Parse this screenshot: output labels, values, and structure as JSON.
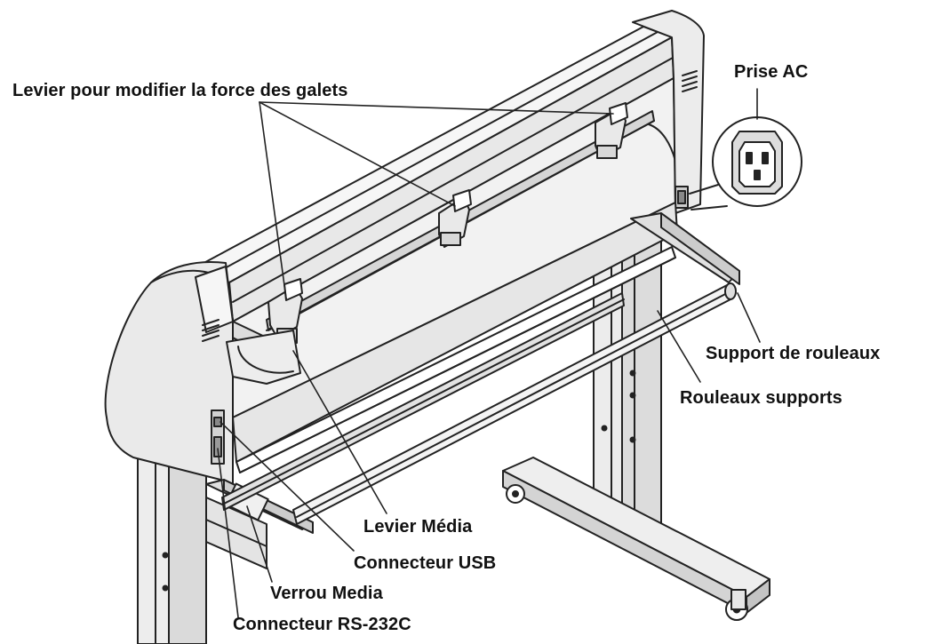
{
  "labels": {
    "roller_lever": "Levier pour modifier la force des galets",
    "ac_socket": "Prise AC",
    "roll_holder": "Support de rouleaux",
    "support_rollers": "Rouleaux supports",
    "media_lever": "Levier Média",
    "usb_connector": "Connecteur USB",
    "media_lock": "Verrou Media",
    "rs232c_connector": "Connecteur RS-232C"
  },
  "colors": {
    "line": "#222222",
    "fill_light": "#f4f4f4",
    "fill_mid": "#e2e2e2",
    "fill_dark": "#c8c8c8"
  }
}
